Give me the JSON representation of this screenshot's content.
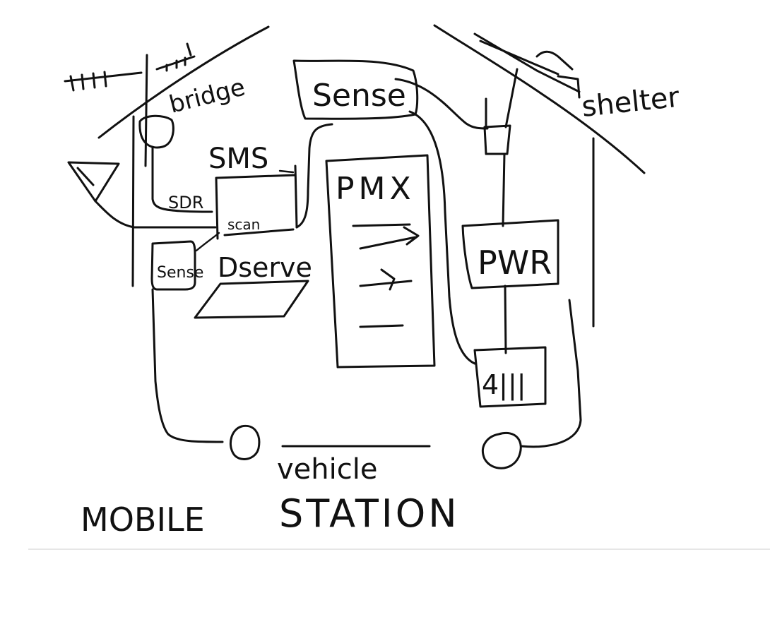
{
  "labels": {
    "bridge": "bridge",
    "sense": "Sense",
    "shelter": "shelter",
    "sms": "SMS",
    "sdr": "SDR",
    "scan": "scan",
    "sense_small": "Sense",
    "dserve": "Dserve",
    "pmx": "PMX",
    "pwr": "PWR",
    "plug": "4|||",
    "vehicle": "vehicle",
    "mobile": "MOBILE",
    "station": "STATION"
  },
  "colors": {
    "ink": "#111111",
    "paper": "#ffffff"
  }
}
